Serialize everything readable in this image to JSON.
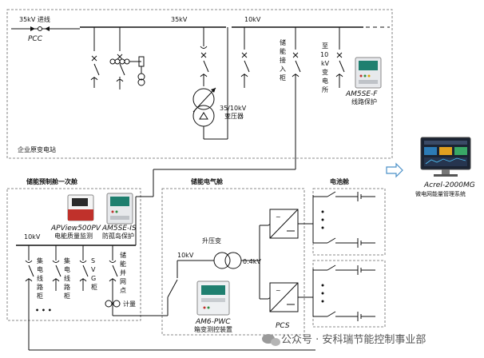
{
  "top": {
    "line35_in": "35kV 进线",
    "pcc": "PCC",
    "bus35": "35kV",
    "bus10": "10kV",
    "storage_cabinet": [
      "储",
      "能",
      "接",
      "入",
      "柜"
    ],
    "to_substation": [
      "至",
      "10",
      "kV",
      "变",
      "电",
      "所"
    ],
    "am5se_f": "AM5SE-F",
    "am5se_f_desc": "线路保护",
    "transformer": "35/10kV",
    "transformer_desc": "变压器",
    "station": "企业原变电站"
  },
  "cabin1": {
    "title": "储能预制舱一次舱",
    "apview": "APView500PV",
    "apview_desc": "电能质量监测",
    "am5se_is": "AM5SE-IS",
    "am5se_is_desc": "防孤岛保护",
    "bus": "10kV",
    "feeder1": [
      "集",
      "电",
      "线",
      "路",
      "柜"
    ],
    "feeder2": [
      "集",
      "电",
      "线",
      "路",
      "柜"
    ],
    "svg": [
      "S",
      "V",
      "G",
      "柜"
    ],
    "grid_point": [
      "储",
      "能",
      "并",
      "网",
      "点"
    ],
    "metering": "计量",
    "ellipsis": "• • •"
  },
  "cabin2": {
    "title": "储能电气舱",
    "step_up": "升压变",
    "hv": "10kV",
    "lv": "0.4kV",
    "am6": "AM6-PWC",
    "am6_desc": "箱变测控装置",
    "pcs": "PCS"
  },
  "battery": {
    "title": "电池舱"
  },
  "acrel": {
    "name": "Acrel-2000MG",
    "desc": "微电网能量管理系统"
  },
  "watermark": "公众号 · 安科瑞节能控制事业部",
  "colors": {
    "line": "#111111",
    "dash": "#666666",
    "arrow": "#4a90c8",
    "device_red": "#c0312b",
    "device_screen": "#1f7f6f",
    "monitor_dark": "#1b2433"
  }
}
